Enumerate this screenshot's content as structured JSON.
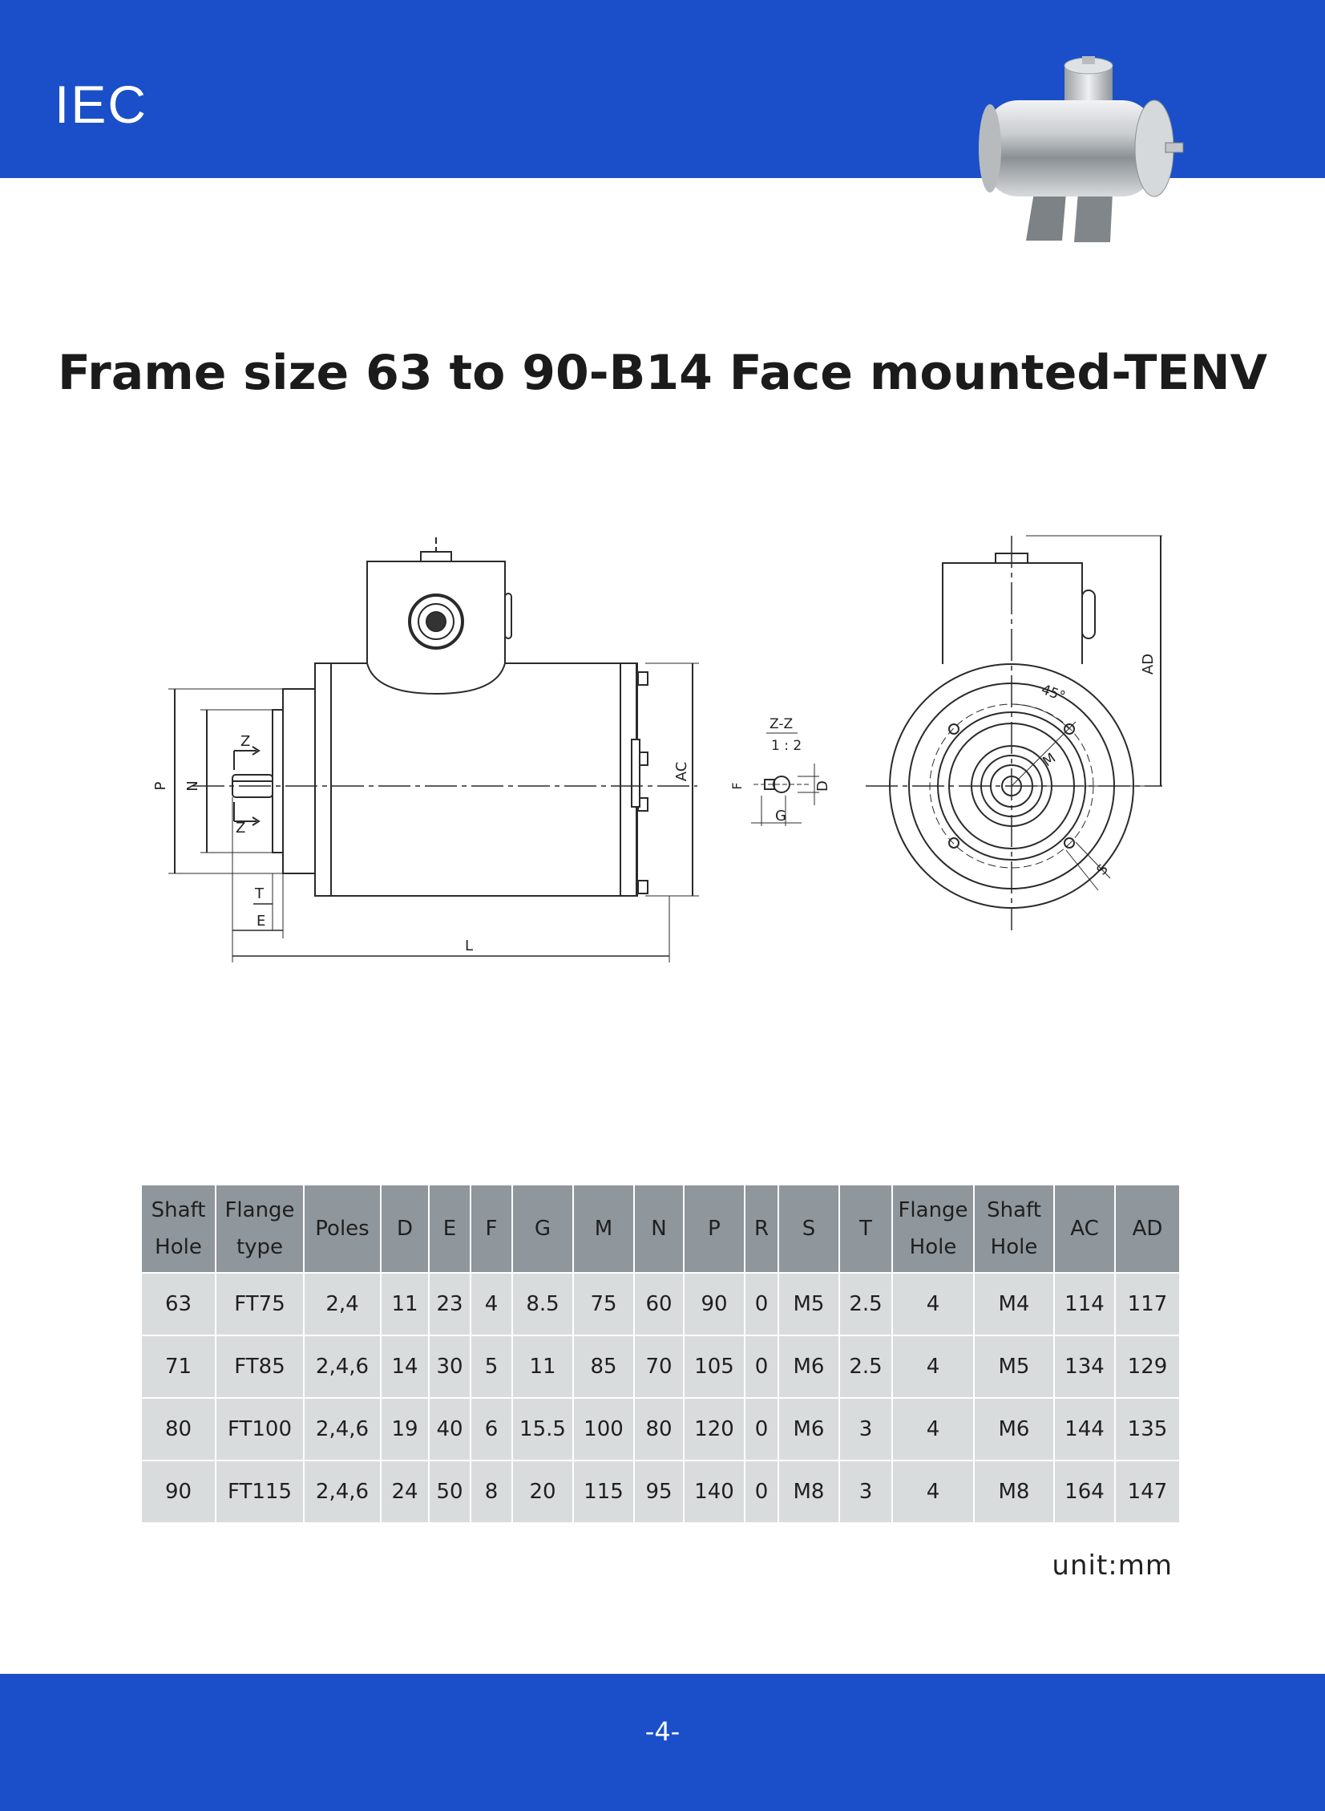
{
  "header": {
    "brand": "IEC",
    "accent": "#1a4fc9"
  },
  "title": "Frame size 63 to 90-B14 Face mounted-TENV",
  "drawing": {
    "labels": {
      "P": "P",
      "N": "N",
      "Z_top": "Z",
      "Z_bottom": "Z",
      "T": "T",
      "E": "E",
      "L": "L",
      "AC": "AC",
      "section": "Z-Z",
      "scale": "1 : 2",
      "F": "F",
      "D": "D",
      "G": "G",
      "AD": "AD",
      "angle": "45°",
      "M": "M",
      "S": "S"
    }
  },
  "table": {
    "headers": [
      [
        "Shaft",
        "Hole"
      ],
      [
        "Flange",
        "type"
      ],
      [
        "Poles"
      ],
      [
        "D"
      ],
      [
        "E"
      ],
      [
        "F"
      ],
      [
        "G"
      ],
      [
        "M"
      ],
      [
        "N"
      ],
      [
        "P"
      ],
      [
        "R"
      ],
      [
        "S"
      ],
      [
        "T"
      ],
      [
        "Flange",
        "Hole"
      ],
      [
        "Shaft",
        "Hole"
      ],
      [
        "AC"
      ],
      [
        "AD"
      ]
    ],
    "rows": [
      [
        "63",
        "FT75",
        "2,4",
        "11",
        "23",
        "4",
        "8.5",
        "75",
        "60",
        "90",
        "0",
        "M5",
        "2.5",
        "4",
        "M4",
        "114",
        "117"
      ],
      [
        "71",
        "FT85",
        "2,4,6",
        "14",
        "30",
        "5",
        "11",
        "85",
        "70",
        "105",
        "0",
        "M6",
        "2.5",
        "4",
        "M5",
        "134",
        "129"
      ],
      [
        "80",
        "FT100",
        "2,4,6",
        "19",
        "40",
        "6",
        "15.5",
        "100",
        "80",
        "120",
        "0",
        "M6",
        "3",
        "4",
        "M6",
        "144",
        "135"
      ],
      [
        "90",
        "FT115",
        "2,4,6",
        "24",
        "50",
        "8",
        "20",
        "115",
        "95",
        "140",
        "0",
        "M8",
        "3",
        "4",
        "M8",
        "164",
        "147"
      ]
    ]
  },
  "unit": "unit:mm",
  "footer": {
    "page": "-4-"
  }
}
